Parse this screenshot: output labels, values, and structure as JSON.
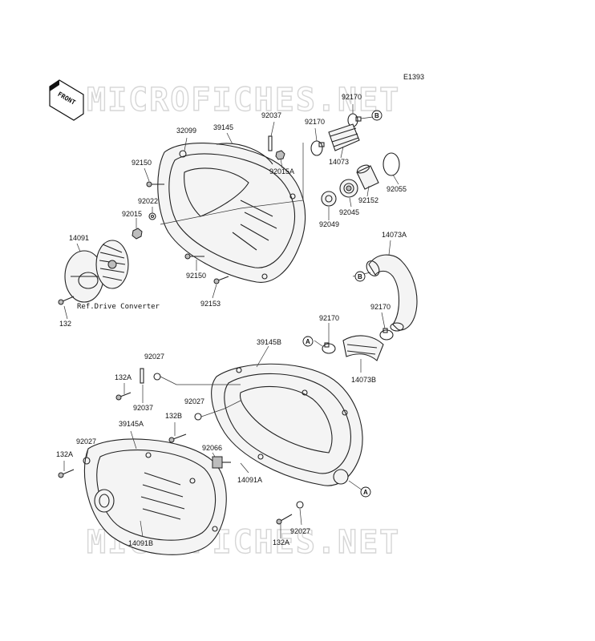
{
  "diagram_code": "E1393",
  "watermark": "MICROFICHES.NET",
  "front_label": "FRONT",
  "reference_note": "Ref.Drive Converter",
  "part_labels": [
    {
      "id": "p-92170-top",
      "text": "92170"
    },
    {
      "id": "p-92037-top",
      "text": "92037"
    },
    {
      "id": "p-92170-mid",
      "text": "92170"
    },
    {
      "id": "p-32099",
      "text": "32099"
    },
    {
      "id": "p-39145",
      "text": "39145"
    },
    {
      "id": "p-92150-a",
      "text": "92150"
    },
    {
      "id": "p-92015A",
      "text": "92015A"
    },
    {
      "id": "p-14073",
      "text": "14073"
    },
    {
      "id": "p-92055",
      "text": "92055"
    },
    {
      "id": "p-92152",
      "text": "92152"
    },
    {
      "id": "p-92022",
      "text": "92022"
    },
    {
      "id": "p-92015",
      "text": "92015"
    },
    {
      "id": "p-92045",
      "text": "92045"
    },
    {
      "id": "p-92049",
      "text": "92049"
    },
    {
      "id": "p-14091",
      "text": "14091"
    },
    {
      "id": "p-14073A",
      "text": "14073A"
    },
    {
      "id": "p-92150-b",
      "text": "92150"
    },
    {
      "id": "p-92153",
      "text": "92153"
    },
    {
      "id": "p-132",
      "text": "132"
    },
    {
      "id": "p-92170-l",
      "text": "92170"
    },
    {
      "id": "p-92170-r",
      "text": "92170"
    },
    {
      "id": "p-39145B",
      "text": "39145B"
    },
    {
      "id": "p-92027-a",
      "text": "92027"
    },
    {
      "id": "p-14073B",
      "text": "14073B"
    },
    {
      "id": "p-132A-a",
      "text": "132A"
    },
    {
      "id": "p-92037-b",
      "text": "92037"
    },
    {
      "id": "p-92027-b",
      "text": "92027"
    },
    {
      "id": "p-132B",
      "text": "132B"
    },
    {
      "id": "p-39145A",
      "text": "39145A"
    },
    {
      "id": "p-92027-c",
      "text": "92027"
    },
    {
      "id": "p-92066",
      "text": "92066"
    },
    {
      "id": "p-132A-b",
      "text": "132A"
    },
    {
      "id": "p-14091A",
      "text": "14091A"
    },
    {
      "id": "p-92027-d",
      "text": "92027"
    },
    {
      "id": "p-132A-c",
      "text": "132A"
    },
    {
      "id": "p-14091B",
      "text": "14091B"
    }
  ],
  "callouts": {
    "a": "A",
    "b": "B"
  }
}
